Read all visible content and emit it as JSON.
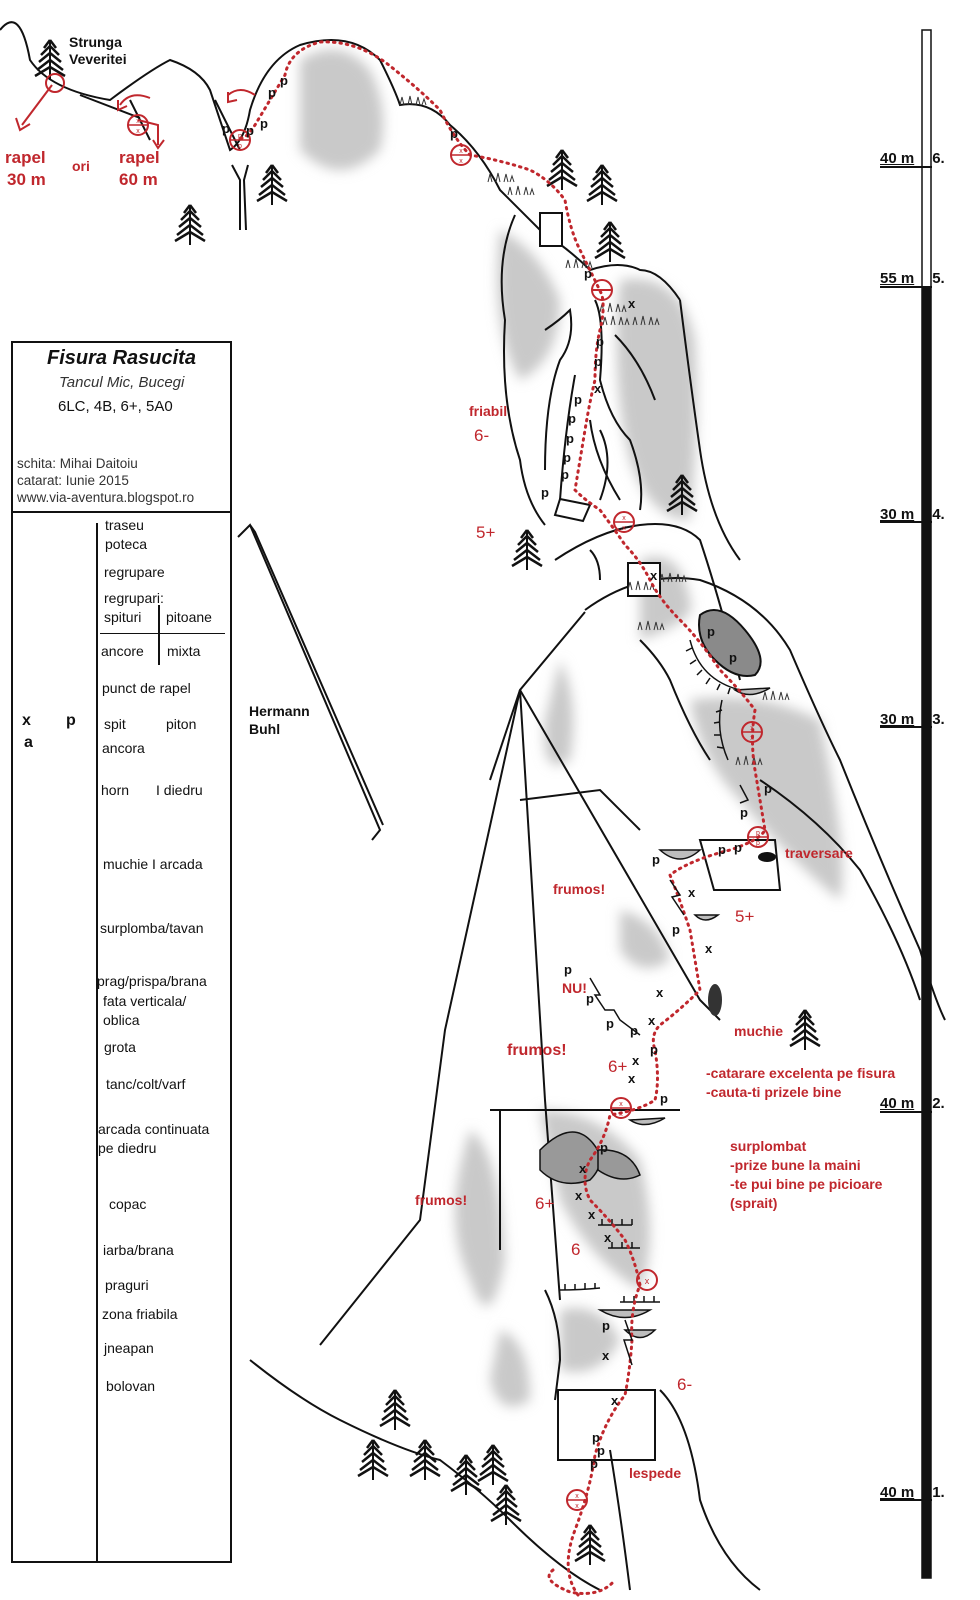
{
  "top": {
    "summit_name_1": "Strunga",
    "summit_name_2": "Veveritei",
    "rappel_a_1": "rapel",
    "rappel_a_2": "30 m",
    "rappel_or": "ori",
    "rappel_b_1": "rapel",
    "rappel_b_2": "60 m"
  },
  "legend": {
    "title": "Fisura Rasucita",
    "location": "Tancul Mic, Bucegi",
    "grade": "6LC, 4B, 6+, 5A0",
    "credit_sketch": "schita: Mihai Daitoiu",
    "credit_climbed": "catarat: Iunie 2015",
    "credit_url": "www.via-aventura.blogspot.ro",
    "items": {
      "traseu": "traseu",
      "poteca": "poteca",
      "regrupare": "regrupare",
      "regrupari": "regrupari:",
      "spituri": "spituri",
      "pitoane": "pitoane",
      "ancore": "ancore",
      "mixta": "mixta",
      "punct_rapel": "punct de rapel",
      "spit_letter": "x",
      "piton_letter": "p",
      "spit": "spit",
      "piton": "piton",
      "ancora_letter": "a",
      "ancora": "ancora",
      "horn": "horn",
      "diedru": "I  diedru",
      "muchie": "muchie I arcada",
      "surplomba": "surplomba/tavan",
      "prag": "prag/prispa/brana",
      "fata_1": "fata verticala/",
      "fata_2": "oblica",
      "grota": "grota",
      "tanc": "tanc/colt/varf",
      "arcada_1": "arcada continuata",
      "arcada_2": "pe diedru",
      "copac": "copac",
      "iarba": "iarba/brana",
      "praguri": "praguri",
      "friabila": "zona friabila",
      "jneapan": "jneapan",
      "bolovan": "bolovan"
    }
  },
  "neighbor_route": {
    "name_1": "Hermann",
    "name_2": "Buhl"
  },
  "scale": [
    {
      "length": "40 m",
      "pitch": "6."
    },
    {
      "length": "55 m",
      "pitch": "5."
    },
    {
      "length": "30 m",
      "pitch": "4."
    },
    {
      "length": "30 m",
      "pitch": "3."
    },
    {
      "length": "40 m",
      "pitch": "2."
    },
    {
      "length": "40 m",
      "pitch": "1."
    }
  ],
  "annotations": {
    "friabil": "friabil",
    "grade_6minus_top": "6-",
    "grade_5plus_a": "5+",
    "traversare": "traversare",
    "frumos_1": "frumos!",
    "grade_5plus_b": "5+",
    "nu": "NU!",
    "muchie": "muchie",
    "frumos_2": "frumos!",
    "grade_6plus_a": "6+",
    "note_1": "-catarare excelenta pe fisura",
    "note_2": "-cauta-ti prizele bine",
    "surplombat": "surplombat",
    "surp_1": "-prize bune la maini",
    "surp_2": "-te pui bine pe picioare",
    "surp_3": "(sprait)",
    "frumos_3": "frumos!",
    "grade_6plus_b": "6+",
    "grade_6": "6",
    "grade_6minus_low": "6-",
    "lespede": "lespede"
  }
}
